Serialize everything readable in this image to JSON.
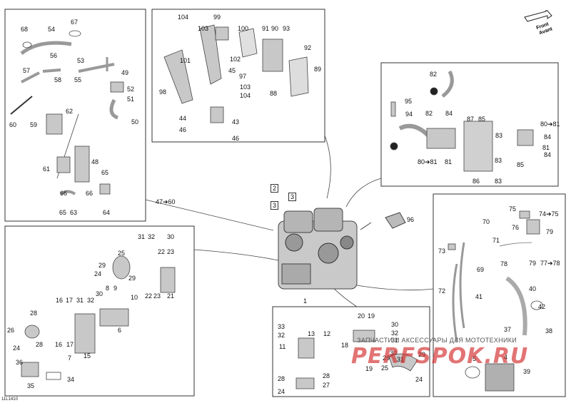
{
  "diagram": {
    "code": "11L1410",
    "front_arrow": [
      "Front",
      "Avant"
    ],
    "watermark_text": "ЗАПЧАСТИ И АКСЕССУАРЫ ДЛЯ МОТОТЕХНИКИ",
    "watermark_logo": "PERFSPOK.RU",
    "panel_link": "47➔60",
    "engine_label": "1",
    "center_tags": [
      "2",
      "3",
      "3"
    ],
    "part_96": "96"
  },
  "panels": {
    "top_left": [
      "68",
      "54",
      "67",
      "56",
      "53",
      "57",
      "55",
      "58",
      "49",
      "52",
      "51",
      "50",
      "60",
      "62",
      "59",
      "48",
      "61",
      "65",
      "66",
      "66",
      "64",
      "63",
      "65"
    ],
    "top_center": [
      "104",
      "99",
      "103",
      "100",
      "91",
      "90",
      "93",
      "92",
      "102",
      "101",
      "45",
      "97",
      "98",
      "103",
      "104",
      "89",
      "88",
      "44",
      "43",
      "46",
      "46"
    ],
    "top_right": [
      "82",
      "95",
      "94",
      "82",
      "84",
      "87",
      "85",
      "80➔81",
      "83",
      "84",
      "81",
      "84",
      "80➔81",
      "81",
      "83",
      "85",
      "86",
      "83"
    ],
    "mid_left": [
      "31",
      "32",
      "30",
      "25",
      "22",
      "23",
      "29",
      "29",
      "24",
      "8",
      "9",
      "30",
      "22",
      "23",
      "21",
      "10",
      "16",
      "17",
      "31",
      "32",
      "28",
      "6",
      "26",
      "24",
      "28",
      "16",
      "17",
      "7",
      "15",
      "36",
      "35",
      "34"
    ],
    "bottom_center": [
      "20",
      "19",
      "33",
      "30",
      "32",
      "13",
      "12",
      "32",
      "31",
      "11",
      "18",
      "30",
      "31",
      "29",
      "29",
      "19",
      "25",
      "24",
      "28",
      "28",
      "24",
      "27"
    ],
    "right": [
      "75",
      "70",
      "74➔75",
      "79",
      "73",
      "76",
      "71",
      "78",
      "79",
      "77➔78",
      "69",
      "72",
      "41",
      "40",
      "42",
      "37",
      "38",
      "5",
      "4",
      "39"
    ]
  }
}
